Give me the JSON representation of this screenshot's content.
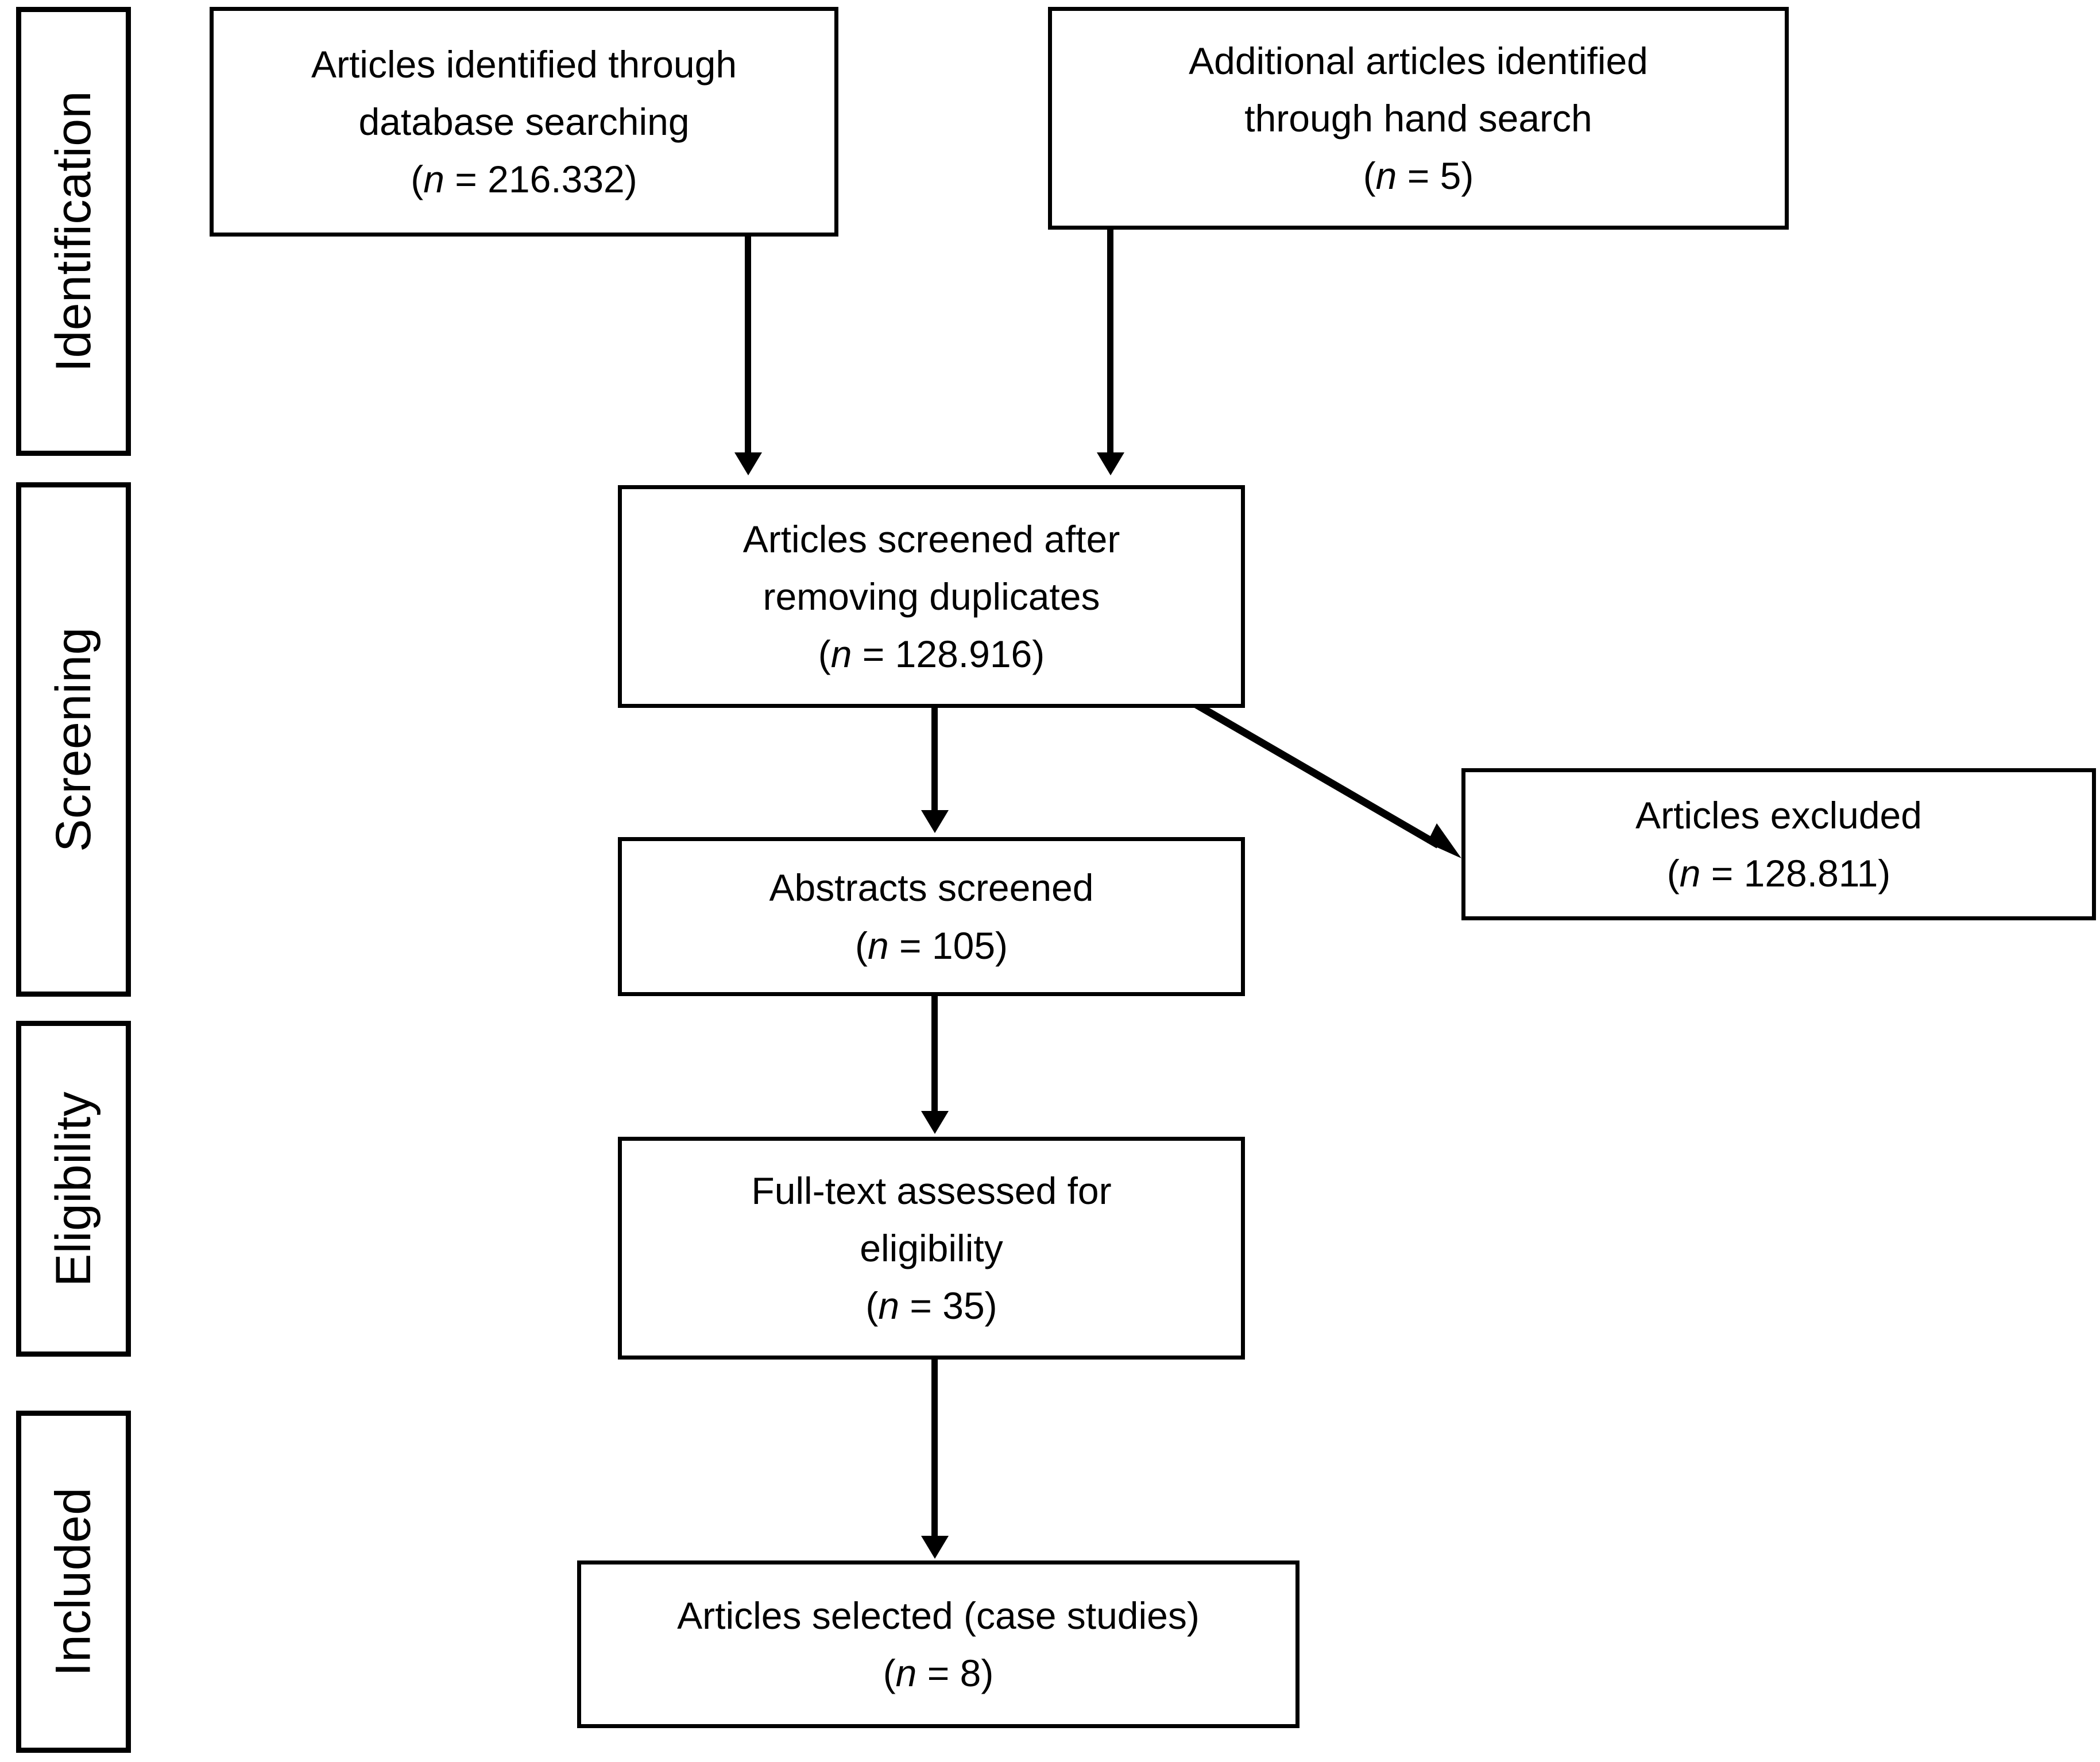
{
  "diagram": {
    "type": "prisma-flow-diagram",
    "stages": [
      {
        "id": "identification",
        "label": "Identification"
      },
      {
        "id": "screening",
        "label": "Screening"
      },
      {
        "id": "eligibility",
        "label": "Eligibility"
      },
      {
        "id": "included",
        "label": "Included"
      }
    ],
    "boxes": {
      "database_search": {
        "line1": "Articles identified through",
        "line2": "database searching",
        "count_prefix": "(",
        "count_var": "n",
        "count_value": " = 216.332)"
      },
      "hand_search": {
        "line1": "Additional articles identified",
        "line2": "through hand  search",
        "count_prefix": "(",
        "count_var": "n",
        "count_value": " = 5)"
      },
      "screened_after_duplicates": {
        "line1": "Articles screened after",
        "line2": "removing duplicates",
        "count_prefix": "(",
        "count_var": "n",
        "count_value": " = 128.916)"
      },
      "excluded": {
        "line1": "Articles excluded",
        "count_prefix": "(",
        "count_var": "n",
        "count_value": " = 128.811)"
      },
      "abstracts_screened": {
        "line1": "Abstracts screened",
        "count_prefix": "(",
        "count_var": "n",
        "count_value": " = 105)"
      },
      "fulltext_assessed": {
        "line1": "Full-text assessed for",
        "line2": "eligibility",
        "count_prefix": "(",
        "count_var": "n",
        "count_value": " = 35)"
      },
      "articles_selected": {
        "line1": "Articles selected (case studies)",
        "count_prefix": "(",
        "count_var": "n",
        "count_value": " = 8)"
      }
    },
    "colors": {
      "line": "#000000",
      "background": "#ffffff",
      "text": "#000000"
    }
  }
}
